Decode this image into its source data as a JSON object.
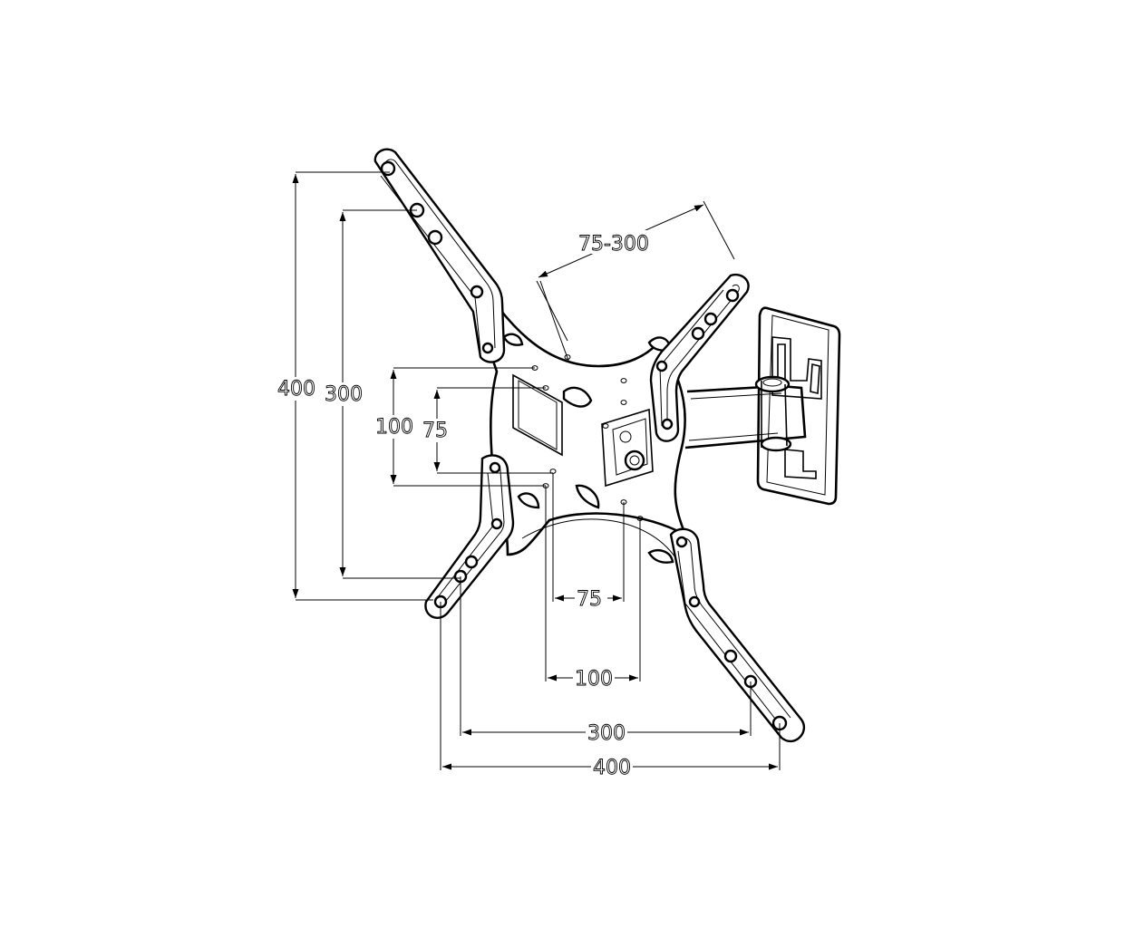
{
  "dimensions": {
    "diag": "75-300",
    "left_outer": "400",
    "left_inner": "300",
    "mid_outer": "100",
    "mid_inner": "75",
    "bottom_small_inner": "75",
    "bottom_small_outer": "100",
    "bottom_large_inner": "300",
    "bottom_large_outer": "400"
  },
  "colors": {
    "line": "#000000",
    "background": "#ffffff"
  }
}
